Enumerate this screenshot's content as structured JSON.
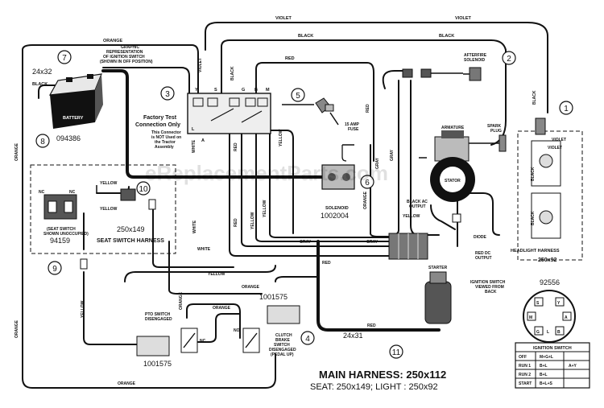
{
  "title": "MAIN HARNESS: 250x112",
  "subtitle": "SEAT: 250x149;    LIGHT : 250x92",
  "watermark": "eReplacementParts.com",
  "callouts": [
    "1",
    "2",
    "3",
    "4",
    "5",
    "6",
    "7",
    "8",
    "9",
    "10",
    "11"
  ],
  "part_numbers": {
    "battery": "094386",
    "battery_cable": "24x32",
    "seat_switch": "94159",
    "seat_harness": "250x149",
    "solenoid": "1002004",
    "pto_switch": "1001575",
    "clutch_switch": "1001575",
    "cable": "24x31",
    "ignition_switch": "92556"
  },
  "labels": {
    "graphic_rep": "GRAPHIC\nREPRESENTATION\nOF IGNITION SWITCH\n(SHOWN IN OFF POSITION)",
    "factory_test": "Factory Test\nConnection Only",
    "factory_note": "This Connector\nis NOT Used on\nthe Tractor\nAssembly",
    "seat_switch_harness": "SEAT SWITCH HARNESS",
    "seat_switch": "(SEAT SWITCH\nSHOWN UNOCCUPIED)",
    "solenoid": "SOLENOID",
    "fuse": "15 AMP\nFUSE",
    "afterfire": "AFTERFIRE\nSOLENOID",
    "armature": "ARMATURE",
    "spark_plug": "SPARK\nPLUG",
    "stator": "STATOR",
    "black_ac": "BLACK AC\nOUTPUT",
    "diode": "DIODE",
    "red_dc": "RED DC\nOUTPUT",
    "starter": "STARTER",
    "headlight_harness": "HEADLIGHT HARNESS",
    "headlight_pn": "250x92",
    "pto_switch": "PTO SWITCH\nDISENGAGED",
    "clutch_switch": "CLUTCH\nBRAKE\nSWITCH\nDISENGAGED\n(PEDAL UP)",
    "ign_view": "IGNITION SWITCH\nVIEWED FROM\nBACK",
    "battery": "BATTERY",
    "black": "BLACK",
    "nc": "NC",
    "no": "NO",
    "ign_terms": [
      "Y",
      "S",
      "G",
      "B",
      "M"
    ],
    "ign_sub": [
      "L",
      "A"
    ]
  },
  "wire_colors": {
    "violet": "VIOLET",
    "black": "BLACK",
    "orange": "ORANGE",
    "red": "RED",
    "white": "WHITE",
    "yellow": "YELLOW",
    "gray": "GRAY"
  },
  "ign_table": {
    "header": "IGNITION SWITCH",
    "rows": [
      [
        "OFF",
        "M+G+L",
        ""
      ],
      [
        "RUN 1",
        "B+L",
        "A+Y"
      ],
      [
        "RUN 2",
        "B+L",
        ""
      ],
      [
        "START",
        "B+L+S",
        ""
      ]
    ]
  }
}
